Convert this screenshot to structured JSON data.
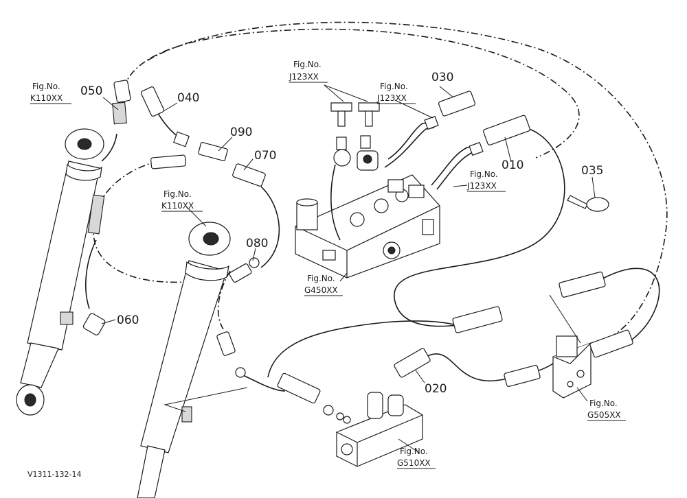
{
  "part_numbers": {
    "p010": "010",
    "p020": "020",
    "p030": "030",
    "p035": "035",
    "p040": "040",
    "p050": "050",
    "p060": "060",
    "p070": "070",
    "p080": "080",
    "p090": "090"
  },
  "fig_refs": {
    "fig_label": "Fig.No.",
    "k110_left": "K110XX",
    "k110_center": "K110XX",
    "j123_top": "J123XX",
    "j123_right_upper": "J123XX",
    "j123_right_lower": "J123XX",
    "g450": "G450XX",
    "g505": "G505XX",
    "g510": "G510XX"
  },
  "footer": {
    "drawing_id": "V1311-132-14"
  }
}
